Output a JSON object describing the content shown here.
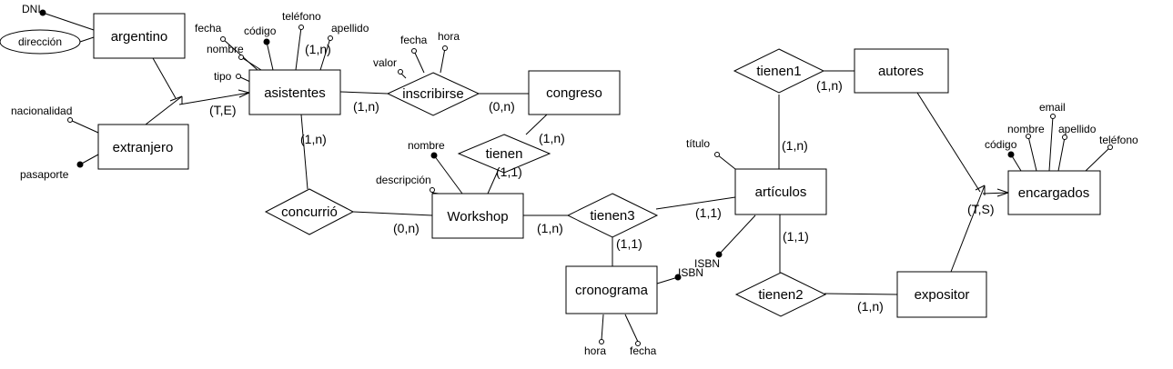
{
  "entities": {
    "argentino": "argentino",
    "asistentes": "asistentes",
    "extranjero": "extranjero",
    "congreso": "congreso",
    "workshop": "Workshop",
    "cronograma": "cronograma",
    "articulos": "artículos",
    "autores": "autores",
    "encargados": "encargados",
    "expositor": "expositor"
  },
  "relationships": {
    "inscribirse": "inscribirse",
    "tienen": "tienen",
    "concurrio": "concurrió",
    "tienen3": "tienen3",
    "tienen1": "tienen1",
    "tienen2": "tienen2"
  },
  "attributes": {
    "dni": "DNI",
    "direccion": "dirección",
    "nacionalidad": "nacionalidad",
    "pasaporte": "pasaporte",
    "asis_fecha": "fecha",
    "asis_nombre": "nombre",
    "asis_codigo": "código",
    "asis_telefono": "teléfono",
    "asis_apellido": "apellido",
    "asis_tipo": "tipo",
    "ins_fecha": "fecha",
    "ins_hora": "hora",
    "ins_valor": "valor",
    "ws_nombre": "nombre",
    "ws_descripcion": "descripción",
    "crono_hora": "hora",
    "crono_fecha": "fecha",
    "isbn_crono": "ISBN",
    "isbn_art": "ISBN",
    "art_titulo": "título",
    "enc_email": "email",
    "enc_nombre": "nombre",
    "enc_apellido": "apellido",
    "enc_codigo": "código",
    "enc_telefono": "teléfono"
  },
  "cardinalities": {
    "asis_apellido_1n": "(1,n)",
    "te_extranjero": "(T,E)",
    "asis_ins": "(1,n)",
    "congreso_ins": "(0,n)",
    "asis_concurrio": "(1,n)",
    "congreso_tienen": "(1,n)",
    "ws_tienen": "(1,1)",
    "ws_concurrio": "(0,n)",
    "ws_tienen3": "(1,n)",
    "crono_tienen3": "(1,1)",
    "art_tienen3": "(1,1)",
    "art_tienen1": "(1,n)",
    "autores_tienen1": "(1,n)",
    "art_tienen2": "(1,1)",
    "expositor_tienen2": "(1,n)",
    "ts_encargados": "(T,S)"
  }
}
